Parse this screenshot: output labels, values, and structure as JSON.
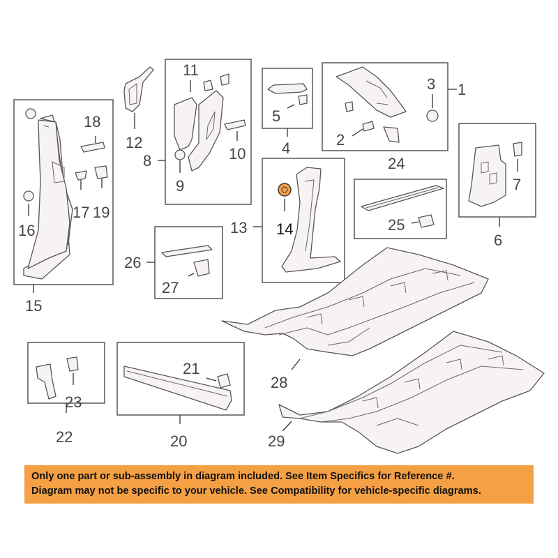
{
  "callouts": {
    "c1": "1",
    "c2": "2",
    "c3": "3",
    "c4": "4",
    "c5": "5",
    "c6": "6",
    "c7": "7",
    "c8": "8",
    "c9": "9",
    "c10": "10",
    "c11": "11",
    "c12": "12",
    "c13": "13",
    "c14": "14",
    "c15": "15",
    "c16": "16",
    "c17": "17",
    "c18": "18",
    "c19": "19",
    "c20": "20",
    "c21": "21",
    "c22": "22",
    "c23": "23",
    "c24": "24",
    "c25": "25",
    "c26": "26",
    "c27": "27",
    "c28": "28",
    "c29": "29"
  },
  "highlight": {
    "part": "14",
    "color": "#f5a044"
  },
  "notice": {
    "line1": "Only one part or sub-assembly in diagram included. See Item Specifics for Reference #.",
    "line2": "Diagram may not be specific to your vehicle. See Compatibility for vehicle-specific diagrams.",
    "background": "#f5a044"
  }
}
